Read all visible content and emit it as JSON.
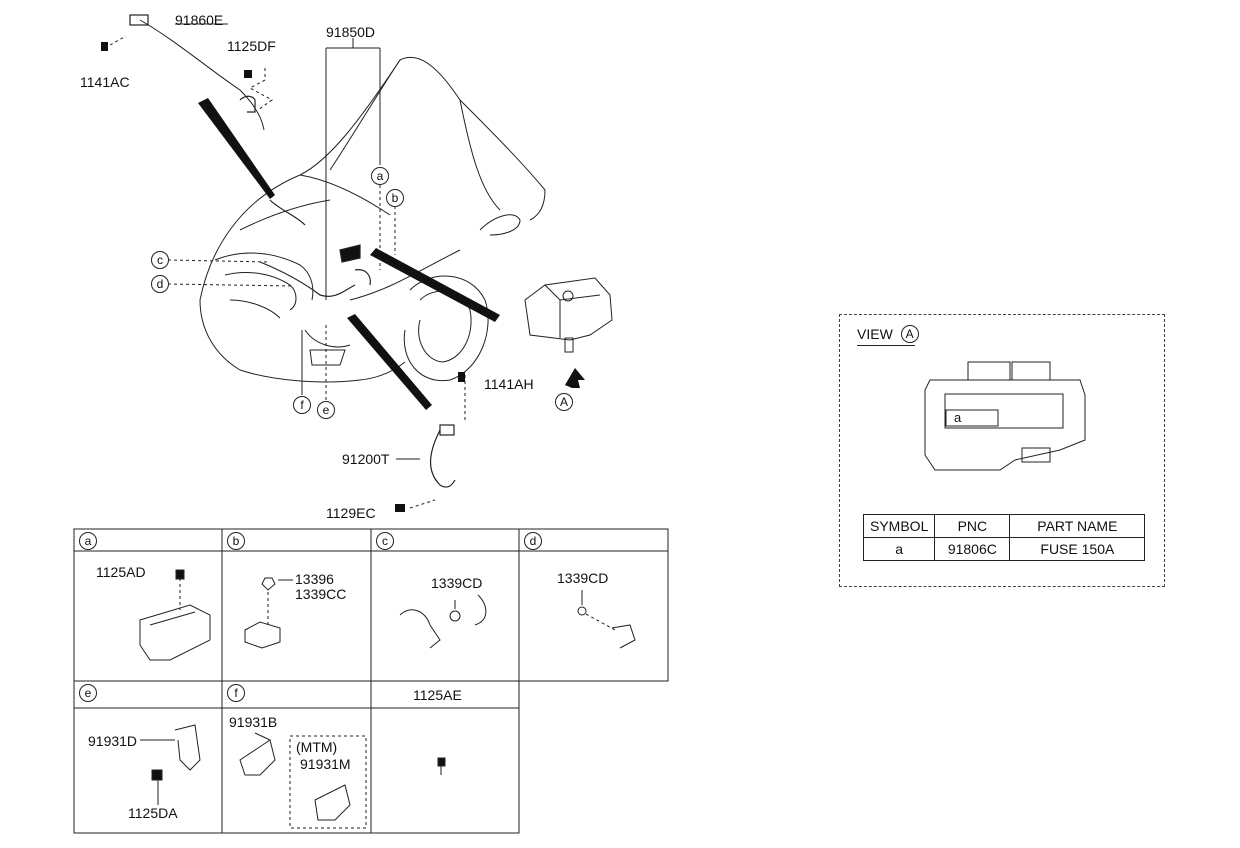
{
  "callouts": {
    "c91860E": "91860E",
    "c1125DF": "1125DF",
    "c1141AC": "1141AC",
    "c91850D": "91850D",
    "c1141AH": "1141AH",
    "c91200T": "91200T",
    "c1129EC": "1129EC",
    "viewA": "A"
  },
  "markers": {
    "a": "a",
    "b": "b",
    "c": "c",
    "d": "d",
    "e": "e",
    "f": "f"
  },
  "detail_grid": {
    "a": {
      "label": "a",
      "parts": [
        "1125AD"
      ]
    },
    "b": {
      "label": "b",
      "parts": [
        "13396",
        "1339CC"
      ]
    },
    "c": {
      "label": "c",
      "parts": [
        "1339CD"
      ]
    },
    "d": {
      "label": "d",
      "parts": [
        "1339CD"
      ]
    },
    "e": {
      "label": "e",
      "parts": [
        "91931D",
        "1125DA"
      ]
    },
    "f": {
      "label": "f",
      "parts": [
        "91931B",
        "(MTM)",
        "91931M"
      ]
    },
    "g": {
      "label": "1125AE"
    }
  },
  "view": {
    "title": "VIEW",
    "marker": "A",
    "fuse_label": "a",
    "table": {
      "headers": [
        "SYMBOL",
        "PNC",
        "PART NAME"
      ],
      "rows": [
        [
          "a",
          "91806C",
          "FUSE 150A"
        ]
      ]
    }
  }
}
